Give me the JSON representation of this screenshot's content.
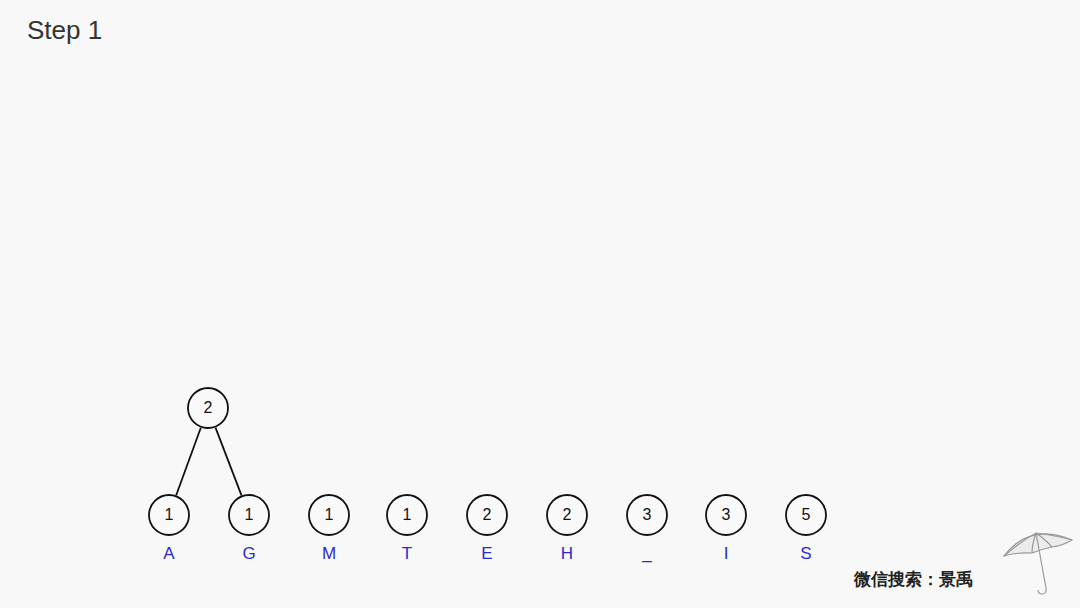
{
  "diagram": {
    "title": "Step 1",
    "nodes": [
      {
        "text": [
          "2"
        ]
      },
      {
        "text": [
          "1",
          "A"
        ]
      },
      {
        "text": [
          "1",
          "G"
        ]
      },
      {
        "text": [
          "1",
          "M"
        ]
      },
      {
        "text": [
          "1",
          "T"
        ]
      },
      {
        "text": [
          "2",
          "E"
        ]
      },
      {
        "text": [
          "2",
          "H"
        ]
      },
      {
        "text": [
          "3",
          "_"
        ]
      },
      {
        "text": [
          "3",
          "I"
        ]
      },
      {
        "text": [
          "5",
          "S"
        ]
      }
    ],
    "edges": [
      {
        "from": 0,
        "to": 1,
        "arrow": "none"
      },
      {
        "from": 0,
        "to": 2,
        "arrow": "none"
      }
    ],
    "labels": [
      "微信搜索：景禹"
    ]
  }
}
